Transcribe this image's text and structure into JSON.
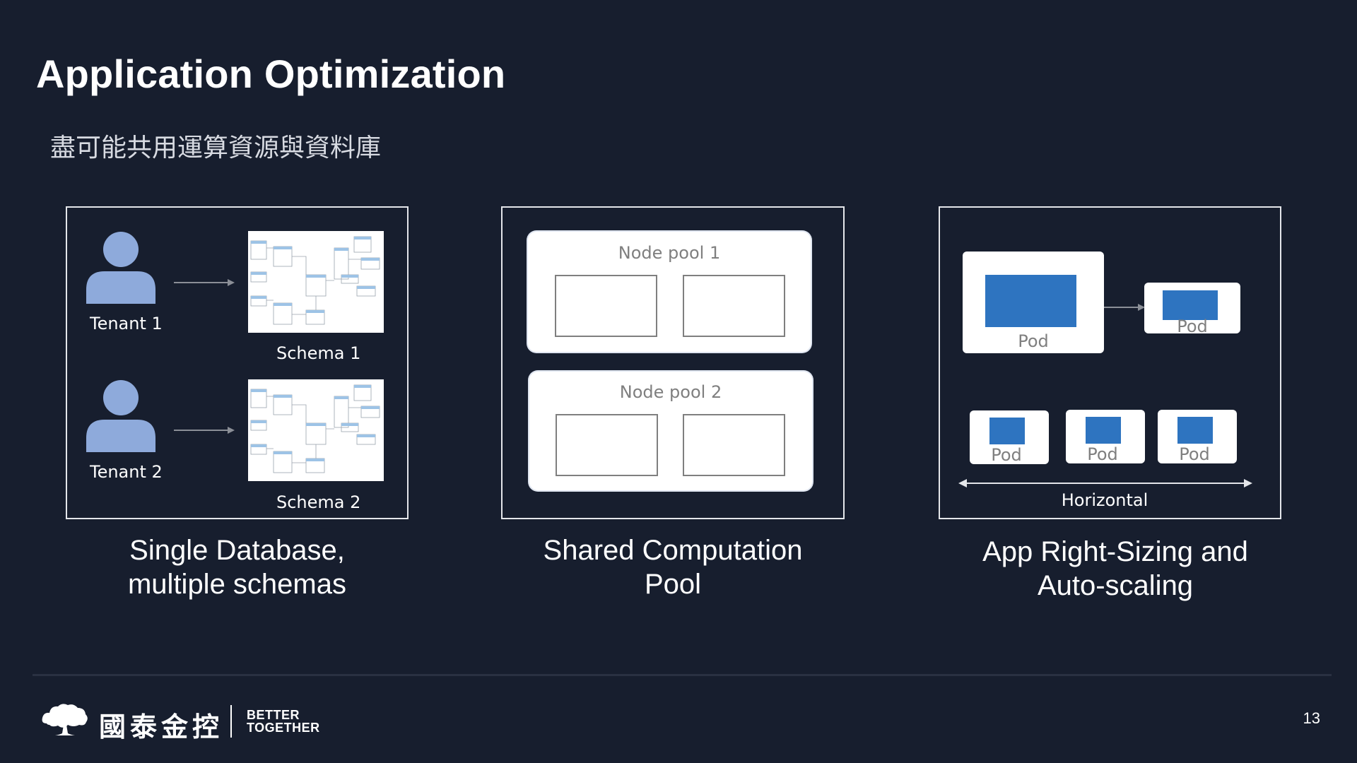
{
  "slide": {
    "title": "Application Optimization",
    "subtitle": "盡可能共用運算資源與資料庫",
    "page_number": "13"
  },
  "panel_db": {
    "tenants": [
      {
        "label": "Tenant 1",
        "schema": "Schema 1"
      },
      {
        "label": "Tenant 2",
        "schema": "Schema 2"
      }
    ],
    "caption_line1": "Single Database,",
    "caption_line2": "multiple schemas"
  },
  "panel_pool": {
    "pools": [
      {
        "label": "Node pool 1"
      },
      {
        "label": "Node pool 2"
      }
    ],
    "caption_line1": "Shared Computation",
    "caption_line2": "Pool"
  },
  "panel_scale": {
    "pod_label": "Pod",
    "axis_label": "Horizontal",
    "caption_line1": "App Right-Sizing and",
    "caption_line2": "Auto-scaling"
  },
  "footer": {
    "company": "國泰金控",
    "tagline_line1": "BETTER",
    "tagline_line2": "TOGETHER"
  },
  "colors": {
    "background": "#171e2e",
    "person": "#8eaadb",
    "pod": "#2e74c0"
  }
}
